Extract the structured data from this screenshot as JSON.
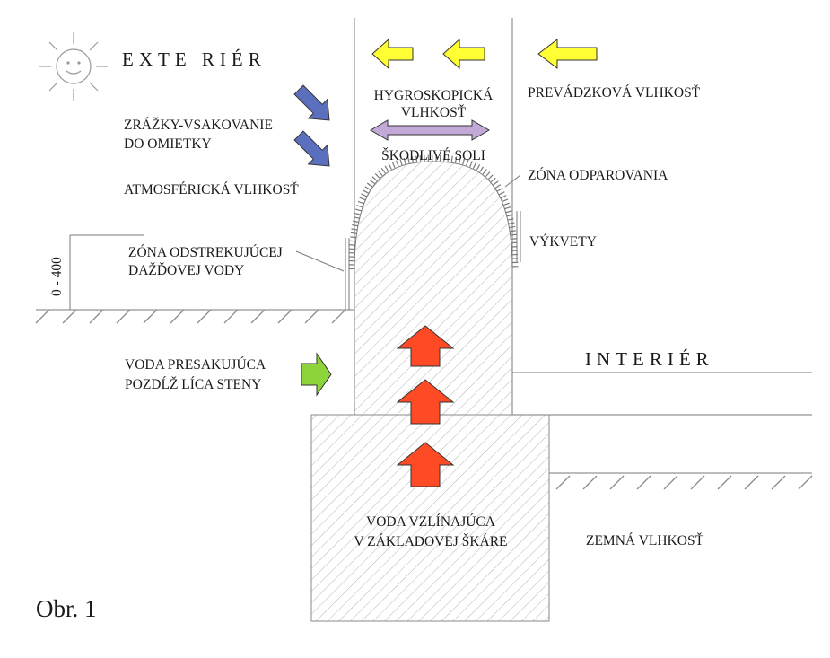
{
  "labels": {
    "exterior": "EXTE RIÉR",
    "interior": "INTERIÉR",
    "rain": [
      "ZRÁŽKY-VSAKOVANIE",
      "DO OMIETKY"
    ],
    "atmospheric": "ATMOSFÉRICKÁ VLHKOSŤ",
    "splash_zone": [
      "ZÓNA ODSTREKUJÚCEJ",
      "DAŽĎOVEJ VODY"
    ],
    "dimension": "0 - 400",
    "seeping_water": [
      "VODA PRESAKUJÚCA",
      "POZDĹŽ LÍCA STENY"
    ],
    "hygroscopic": [
      "HYGROSKOPICKÁ",
      "VLHKOSŤ"
    ],
    "salts": "ŠKODLIVÉ SOLI",
    "operating_moisture": "PREVÁDZKOVÁ VLHKOSŤ",
    "evaporation_zone": "ZÓNA ODPAROVANIA",
    "efflorescence": "VÝKVETY",
    "rising_water": [
      "VODA VZLÍNAJÚCA",
      "V ZÁKLADOVEJ ŠKÁRE"
    ],
    "ground_moisture": "ZEMNÁ VLHKOSŤ",
    "caption": "Obr. 1"
  },
  "icons": {
    "sun": "sun-icon",
    "arrow_left": "arrow-left-icon",
    "arrow_down_right": "arrow-down-right-icon",
    "arrow_double": "arrow-double-icon",
    "arrow_right": "arrow-right-icon",
    "arrow_up": "arrow-up-icon"
  },
  "colors": {
    "yellow_arrow": "#ffff33",
    "blue_arrow": "#5b6fbf",
    "purple_arrow": "#c3a9d8",
    "green_arrow": "#8cd43a",
    "red_arrow": "#ff4a26",
    "line": "#7a7a7a",
    "text": "#1a1a1a"
  }
}
